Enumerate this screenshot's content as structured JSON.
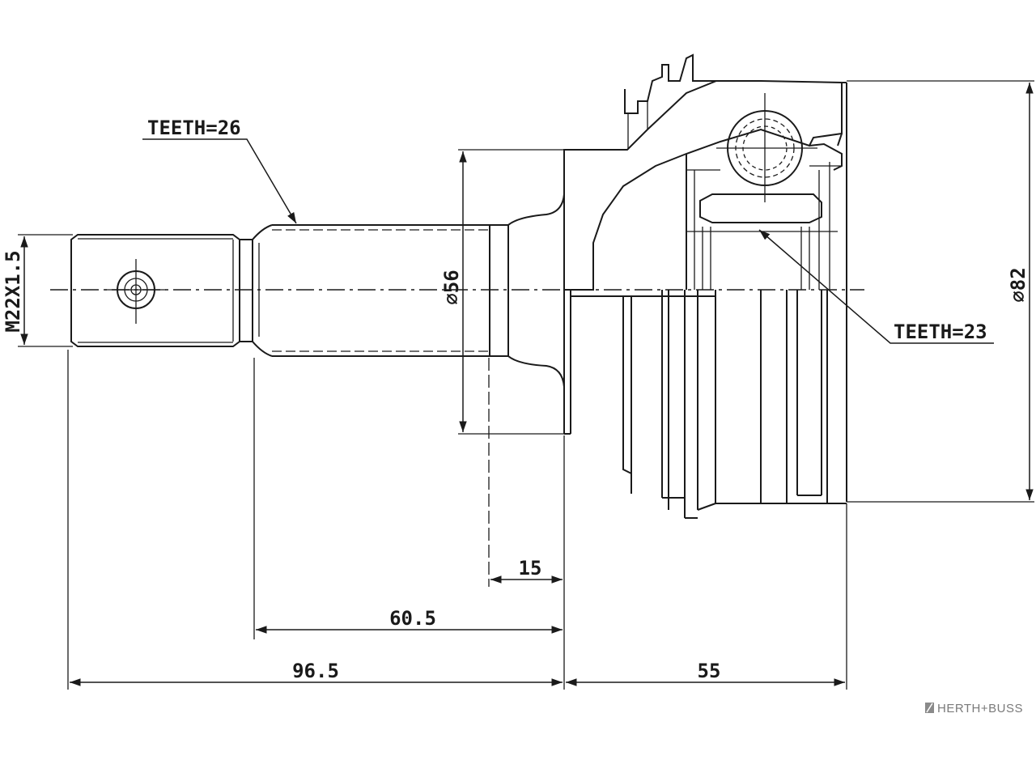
{
  "labels": {
    "teeth_outer": "TEETH=26",
    "teeth_inner": "TEETH=23",
    "thread": "M22X1.5",
    "dia_shaft": "⌀56",
    "dia_housing": "⌀82",
    "dim_15": "15",
    "dim_60_5": "60.5",
    "dim_96_5": "96.5",
    "dim_55": "55"
  },
  "brand": {
    "name": "HERTH+BUSS"
  }
}
